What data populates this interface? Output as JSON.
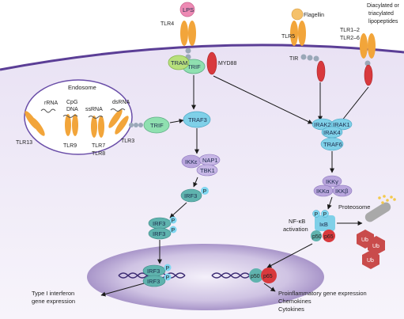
{
  "labels": {
    "lps": "LPS",
    "tlr4": "TLR4",
    "trif_top": "TRIF",
    "tram": "TRAM",
    "myd88": "MYD88",
    "flagellin": "Flagellin",
    "tlr5": "TLR5",
    "tir": "TIR",
    "lipopeptides": [
      "Diacylated or",
      "triacylated",
      "lipopeptides"
    ],
    "tlr12": "TLR1–2",
    "tlr26": "TLR2–6",
    "endosome": "Endosome",
    "rrna": "rRNA",
    "cpg": "CpG",
    "dna": "DNA",
    "ssrna": "ssRNA",
    "dsrna": "dsRNA",
    "tlr13": "TLR13",
    "tlr9": "TLR9",
    "tlr7": "TLR7",
    "tlr8": "TLR8",
    "tlr3": "TLR3",
    "trif_endo": "TRIF",
    "traf3": "TRAF3",
    "ikke": "IKKε",
    "nap1": "NAP1",
    "tbk1": "TBK1",
    "irf3": "IRF3",
    "p": "P",
    "irak2": "IRAK2",
    "irak1": "IRAK1",
    "irak4": "IRAK4",
    "traf6": "TRAF6",
    "ikkg": "IKKγ",
    "ikka": "IKKα",
    "ikkb": "IKKβ",
    "nfkb_act": [
      "NF-κB",
      "activation"
    ],
    "ikb": "IκB",
    "p50": "p50",
    "p65": "p65",
    "proteosome": "Proteosome",
    "ub": "Ub",
    "type1": [
      "Type I interferon",
      "gene expression"
    ],
    "proinflam": [
      "Proinflammatory gene expression",
      "Chemokines",
      "Cytokines"
    ]
  },
  "colors": {
    "membrane": "#5b3e96",
    "cytoplasm": "#efe9f7",
    "nucleus": "#cbbfe0",
    "tlr": "#f2a53a",
    "traf": "#7fd0e8",
    "irf3": "#5fb3ae",
    "ikk": "#b9a6dd",
    "myd88": "#d8393d",
    "ub": "#c94b4b"
  }
}
